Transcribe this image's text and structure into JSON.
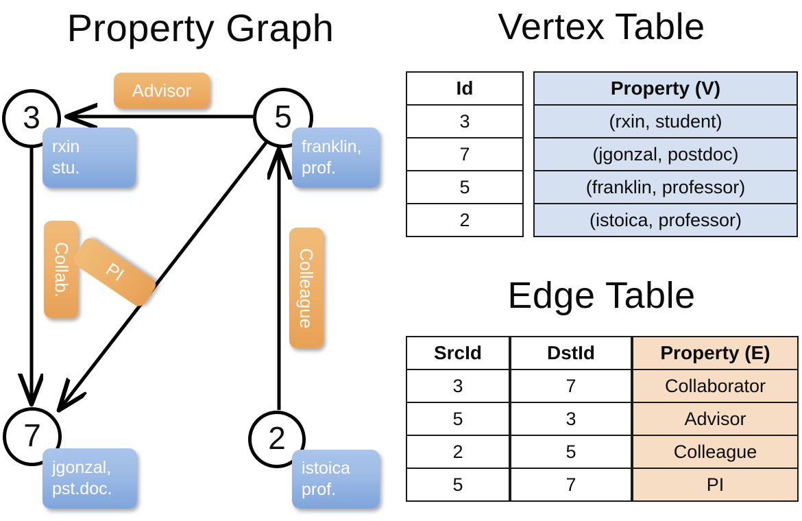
{
  "headings": {
    "property_graph": "Property Graph",
    "vertex_table": "Vertex Table",
    "edge_table": "Edge Table"
  },
  "colors": {
    "node_stroke": "#000000",
    "vertex_property_box": "#9dbbe6",
    "edge_label_box": "#eeb169",
    "vertex_table_fill": "#d5e0f1",
    "edge_table_fill": "#f6ddc3",
    "table_border": "#1a1a1a",
    "background": "#ffffff"
  },
  "graph": {
    "nodes": [
      {
        "id": "3",
        "label": "3",
        "property_lines": [
          "rxin",
          "stu."
        ]
      },
      {
        "id": "5",
        "label": "5",
        "property_lines": [
          "franklin,",
          "prof."
        ]
      },
      {
        "id": "7",
        "label": "7",
        "property_lines": [
          "jgonzal,",
          "pst.doc."
        ]
      },
      {
        "id": "2",
        "label": "2",
        "property_lines": [
          "istoica",
          "prof."
        ]
      }
    ],
    "edge_labels": [
      {
        "id": "advisor",
        "text": "Advisor",
        "orientation": "horizontal"
      },
      {
        "id": "collab",
        "text": "Collab.",
        "orientation": "vertical"
      },
      {
        "id": "pi",
        "text": "PI",
        "orientation": "diagonal"
      },
      {
        "id": "colleague",
        "text": "Colleague",
        "orientation": "vertical"
      }
    ]
  },
  "vertex_table": {
    "columns": [
      "Id",
      "Property (V)"
    ],
    "rows": [
      {
        "id": "3",
        "property": "(rxin, student)"
      },
      {
        "id": "7",
        "property": "(jgonzal, postdoc)"
      },
      {
        "id": "5",
        "property": "(franklin, professor)"
      },
      {
        "id": "2",
        "property": "(istoica, professor)"
      }
    ]
  },
  "edge_table": {
    "columns": [
      "SrcId",
      "DstId",
      "Property (E)"
    ],
    "rows": [
      {
        "src": "3",
        "dst": "7",
        "property": "Collaborator"
      },
      {
        "src": "5",
        "dst": "3",
        "property": "Advisor"
      },
      {
        "src": "2",
        "dst": "5",
        "property": "Colleague"
      },
      {
        "src": "5",
        "dst": "7",
        "property": "PI"
      }
    ]
  }
}
